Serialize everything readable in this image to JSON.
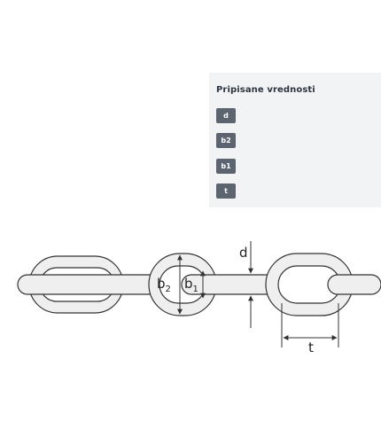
{
  "panel": {
    "title": "Pripisane vrednosti",
    "badges": [
      "d",
      "b2",
      "b1",
      "t"
    ]
  },
  "diagram": {
    "label_d": "d",
    "label_b": "b",
    "label_b2_sub": "2",
    "label_b1_sub": "1",
    "label_t": "t"
  }
}
